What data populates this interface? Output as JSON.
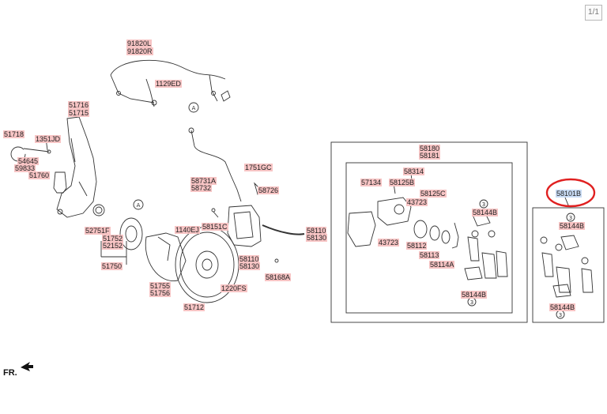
{
  "pager": "1/1",
  "fr_label": "FR.",
  "callout_letter": "A",
  "callout_number": "3",
  "parts": {
    "p91820": [
      "91820L",
      "91820R"
    ],
    "p1129ED": "1129ED",
    "p51716": [
      "51716",
      "51715"
    ],
    "p51718": "51718",
    "p1351JD": "1351JD",
    "p54645": [
      "54645",
      "59833"
    ],
    "p51760": "51760",
    "p51752": [
      "51752",
      "52152"
    ],
    "p51750": "51750",
    "p52751F": "52751F",
    "p1140EJ": "1140EJ",
    "p58151C": "58151C",
    "p51755": [
      "51755",
      "51756"
    ],
    "p51712": "51712",
    "p1220FS": "1220FS",
    "p58731A": [
      "58731A",
      "58732"
    ],
    "p1751GC": "1751GC",
    "p58726": "58726",
    "p58110a": [
      "58110",
      "58130"
    ],
    "p58168A": "58168A",
    "p58110b": [
      "58110",
      "58130"
    ],
    "p58180": [
      "58180",
      "58181"
    ],
    "p58314": "58314",
    "p57134": "57134",
    "p58125B": "58125B",
    "p58125C": "58125C",
    "p43723a": "43723",
    "p43723b": "43723",
    "p58112": "58112",
    "p58113": "58113",
    "p58114A": "58114A",
    "p58144Ba": "58144B",
    "p58144Bb": "58144B",
    "p58101B": "58101B",
    "p58144Bc": "58144B",
    "p58144Bd": "58144B"
  }
}
